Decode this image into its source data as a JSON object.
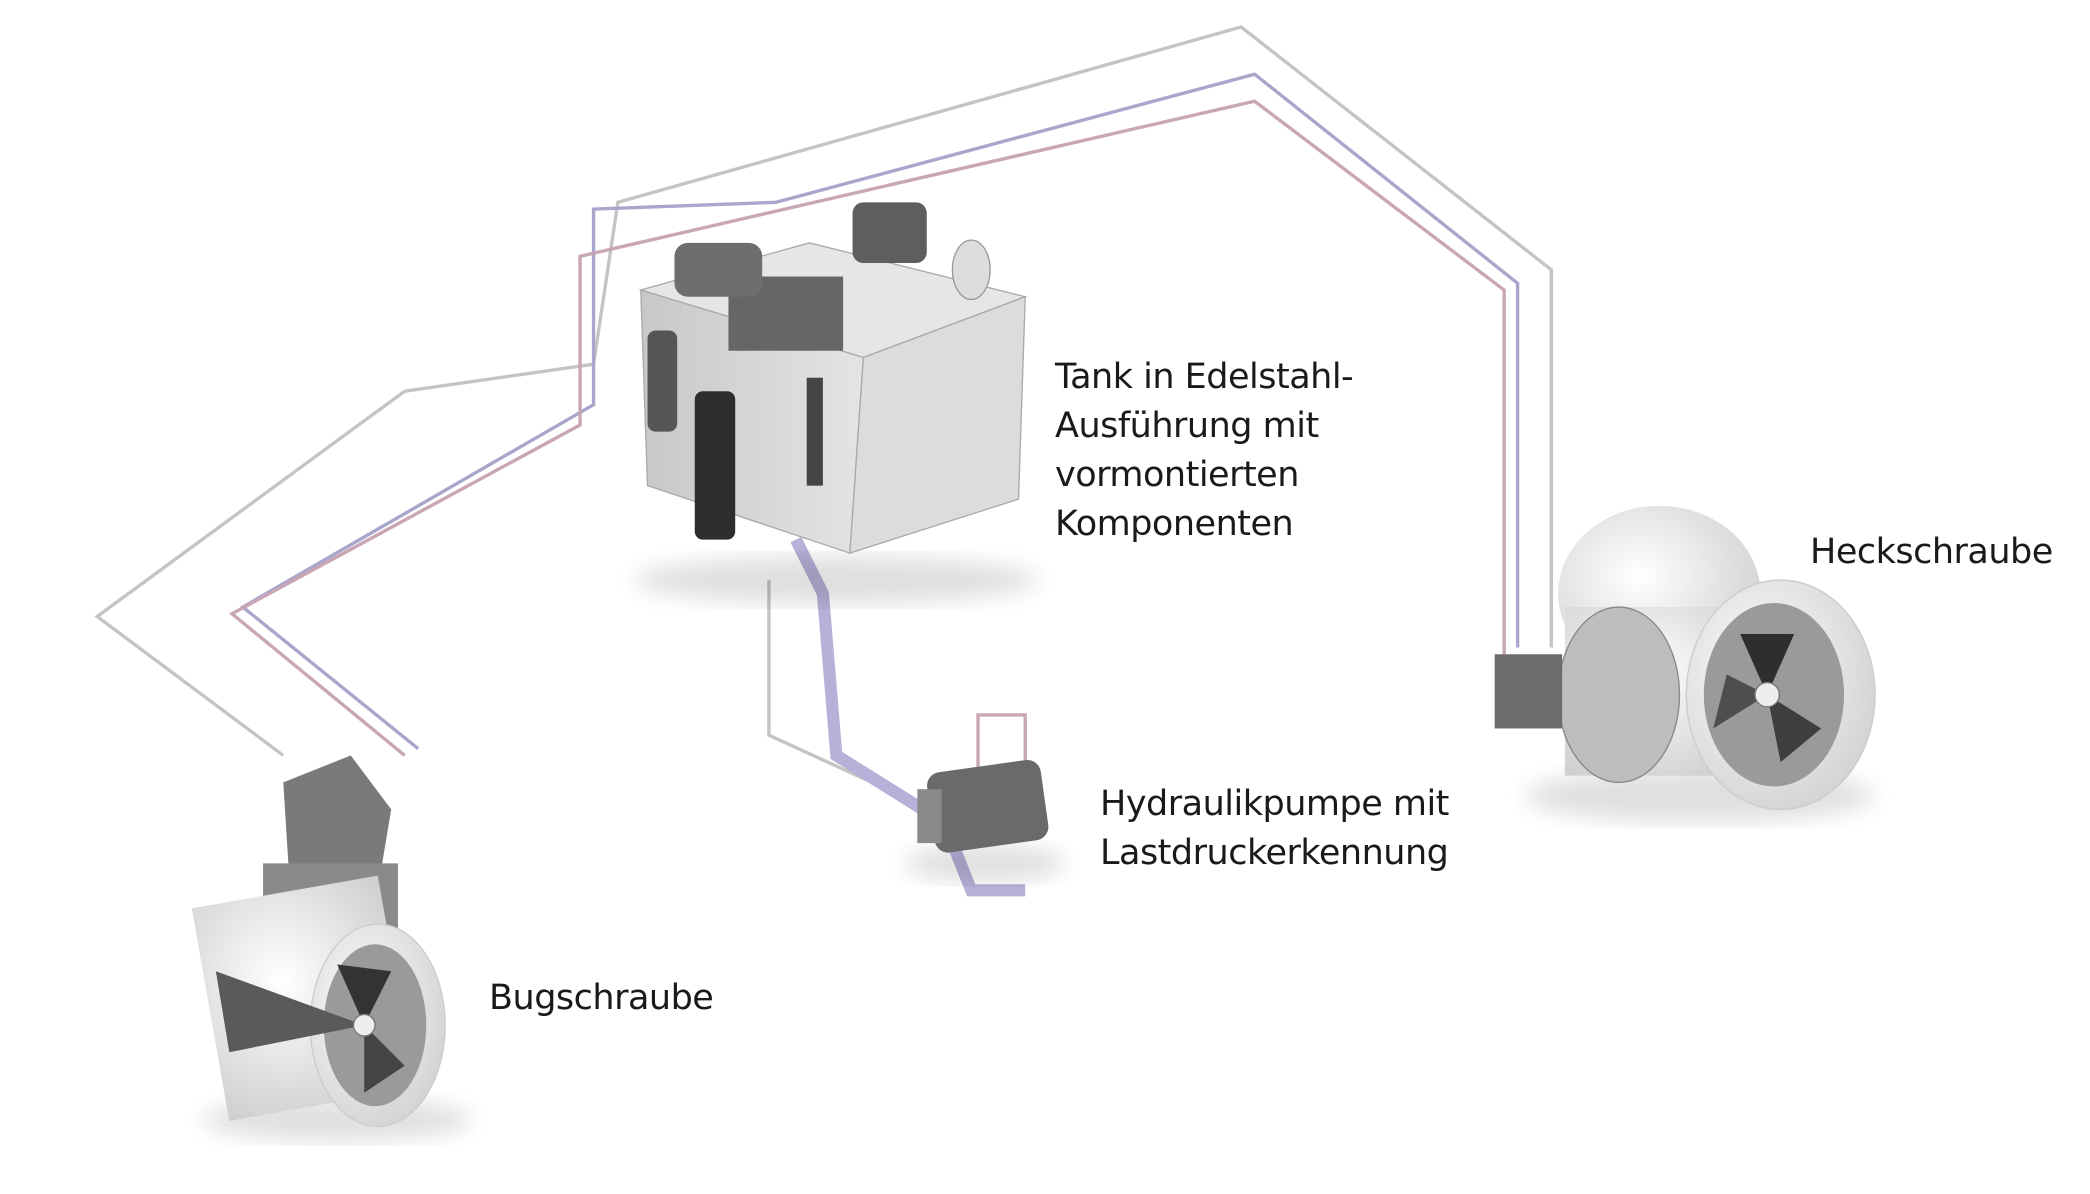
{
  "labels": {
    "tank": [
      "Tank in Edelstahl-",
      "Ausführung mit",
      "vormontierten",
      "Komponenten"
    ],
    "stern_thruster": "Heckschraube",
    "pump": [
      "Hydraulikpumpe mit",
      "Lastdruckerkennung"
    ],
    "bow_thruster": "Bugschraube"
  },
  "colors": {
    "pipe_gray": "#bdbdbd",
    "pipe_blue": "#a9a6cc",
    "pipe_pink": "#c9a6b4",
    "metal": "#7b7b7b",
    "tank": "#d8d8da"
  }
}
